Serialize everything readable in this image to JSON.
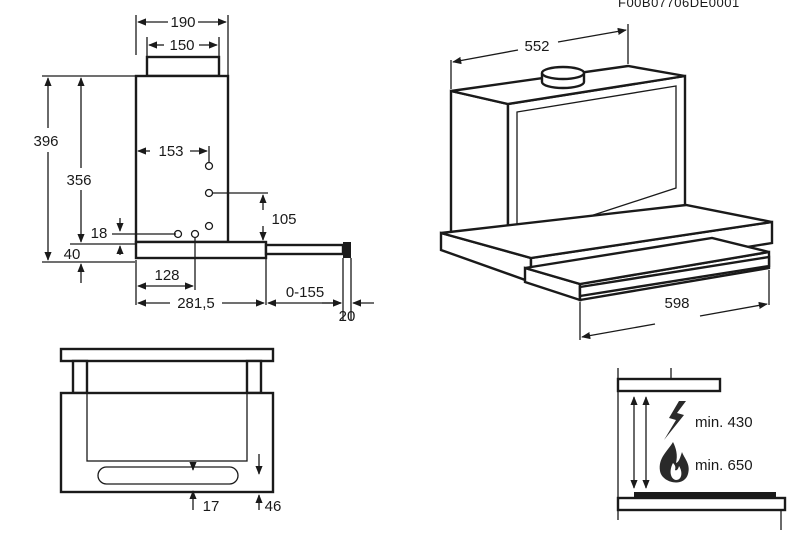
{
  "reference_code": "F00B07706DE0001",
  "side_view": {
    "width_top": "190",
    "width_outlet": "150",
    "height_total": "396",
    "height_body": "356",
    "offset_holes": "153",
    "hole_small": "18",
    "hole_height": "105",
    "base": "40",
    "depth_128": "128",
    "depth_281": "281,5",
    "slide_range": "0-155",
    "front": "20"
  },
  "iso_view": {
    "depth": "552",
    "width": "598"
  },
  "front_view": {
    "handle_17": "17",
    "handle_46": "46"
  },
  "install_view": {
    "electric": "min. 430",
    "gas": "min. 650"
  }
}
